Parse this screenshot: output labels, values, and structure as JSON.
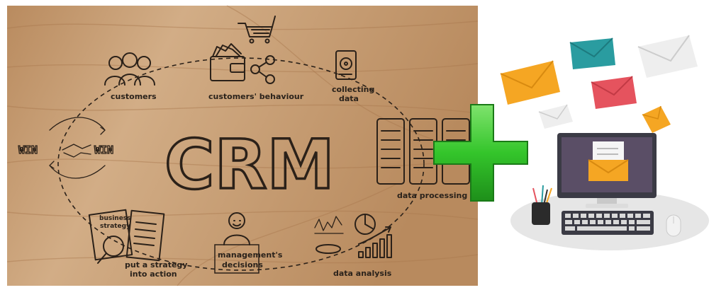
{
  "diagram": {
    "center_title": "CRM",
    "nodes": {
      "customers": "customers",
      "customers_behaviour": "customers' behaviour",
      "collecting_data_1": "collecting",
      "collecting_data_2": "data",
      "data_processing": "data processing",
      "data_analysis": "data analysis",
      "management_1": "management's",
      "management_2": "decisions",
      "strategy_1": "put a strategy",
      "strategy_2": "into action",
      "business_strategy_1": "business",
      "business_strategy_2": "strategy",
      "win_left": "WIN",
      "win_right": "WIN"
    }
  },
  "colors": {
    "wood": "#c9a27a",
    "wood_dark": "#a87a52",
    "ink": "#2b2119",
    "plus_green": "#34c52b",
    "envelope_orange": "#f5a623",
    "envelope_teal": "#2a9ca0",
    "envelope_red": "#e5535e",
    "envelope_white": "#eeeeee",
    "monitor": "#3b3b45",
    "screen": "#5a4e66"
  }
}
